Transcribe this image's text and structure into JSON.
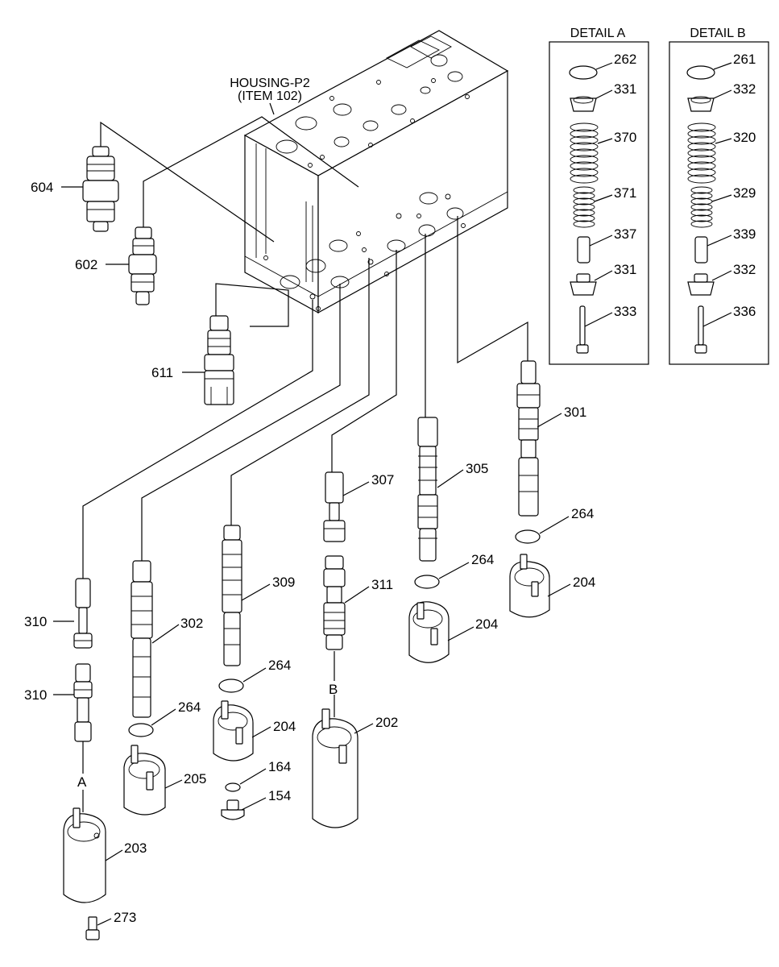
{
  "housing": {
    "line1": "HOUSING-P2",
    "line2": "(ITEM 102)"
  },
  "detail_a": {
    "title": "DETAIL A",
    "parts": [
      "262",
      "331",
      "370",
      "371",
      "337",
      "331",
      "333"
    ]
  },
  "detail_b": {
    "title": "DETAIL B",
    "parts": [
      "261",
      "332",
      "320",
      "329",
      "339",
      "332",
      "336"
    ]
  },
  "callouts": {
    "p604": "604",
    "p602": "602",
    "p611": "611",
    "p301": "301",
    "p305": "305",
    "p307": "307",
    "p311": "311",
    "p309": "309",
    "p302": "302",
    "p310a": "310",
    "p310b": "310",
    "p264a": "264",
    "p264b": "264",
    "p264c": "264",
    "p264d": "264",
    "p204a": "204",
    "p204b": "204",
    "p204c": "204",
    "p202": "202",
    "p205": "205",
    "p164": "164",
    "p154": "154",
    "p203": "203",
    "p273": "273"
  },
  "markers": {
    "a": "A",
    "b": "B"
  }
}
